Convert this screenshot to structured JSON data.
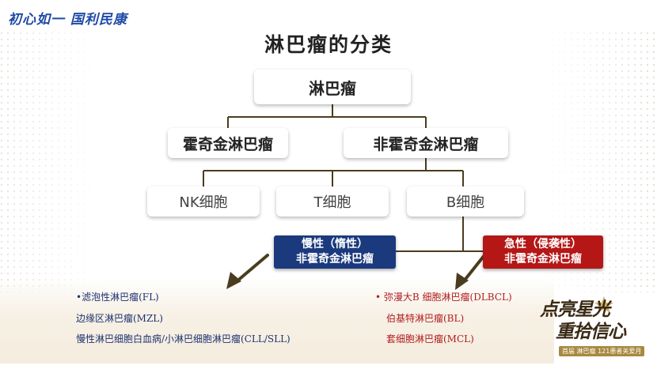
{
  "slogan": "初心如一  国利民康",
  "title": "淋巴瘤的分类",
  "nodes": {
    "root": "淋巴瘤",
    "hodgkin": "霍奇金淋巴瘤",
    "non_hodgkin": "非霍奇金淋巴瘤",
    "nk": "NK细胞",
    "t": "T细胞",
    "b": "B细胞"
  },
  "tags": {
    "indolent": {
      "line1": "慢性（惰性）",
      "line2": "非霍奇金淋巴瘤",
      "color": "#1b3a7e"
    },
    "aggressive": {
      "line1": "急性（侵袭性）",
      "line2": "非霍奇金淋巴瘤",
      "color": "#b51616"
    }
  },
  "indolent_list": [
    "•滤泡性淋巴瘤(FL)",
    "边缘区淋巴瘤(MZL)",
    "慢性淋巴细胞白血病/小淋巴细胞淋巴瘤(CLL/SLL)"
  ],
  "aggressive_list": [
    "•  弥漫大B 细胞淋巴瘤(DLBCL)",
    "伯基特淋巴瘤(BL)",
    "套细胞淋巴瘤(MCL)"
  ],
  "event_logo": {
    "line1": "点亮星光",
    "line2": "重拾信心",
    "strip": "首届 淋巴瘤 121患者关爱月"
  },
  "colors": {
    "connector": "#4a3c1e",
    "slogan": "#1f4aa6",
    "indolent_text": "#1d3270",
    "aggressive_text": "#b01e1e"
  }
}
